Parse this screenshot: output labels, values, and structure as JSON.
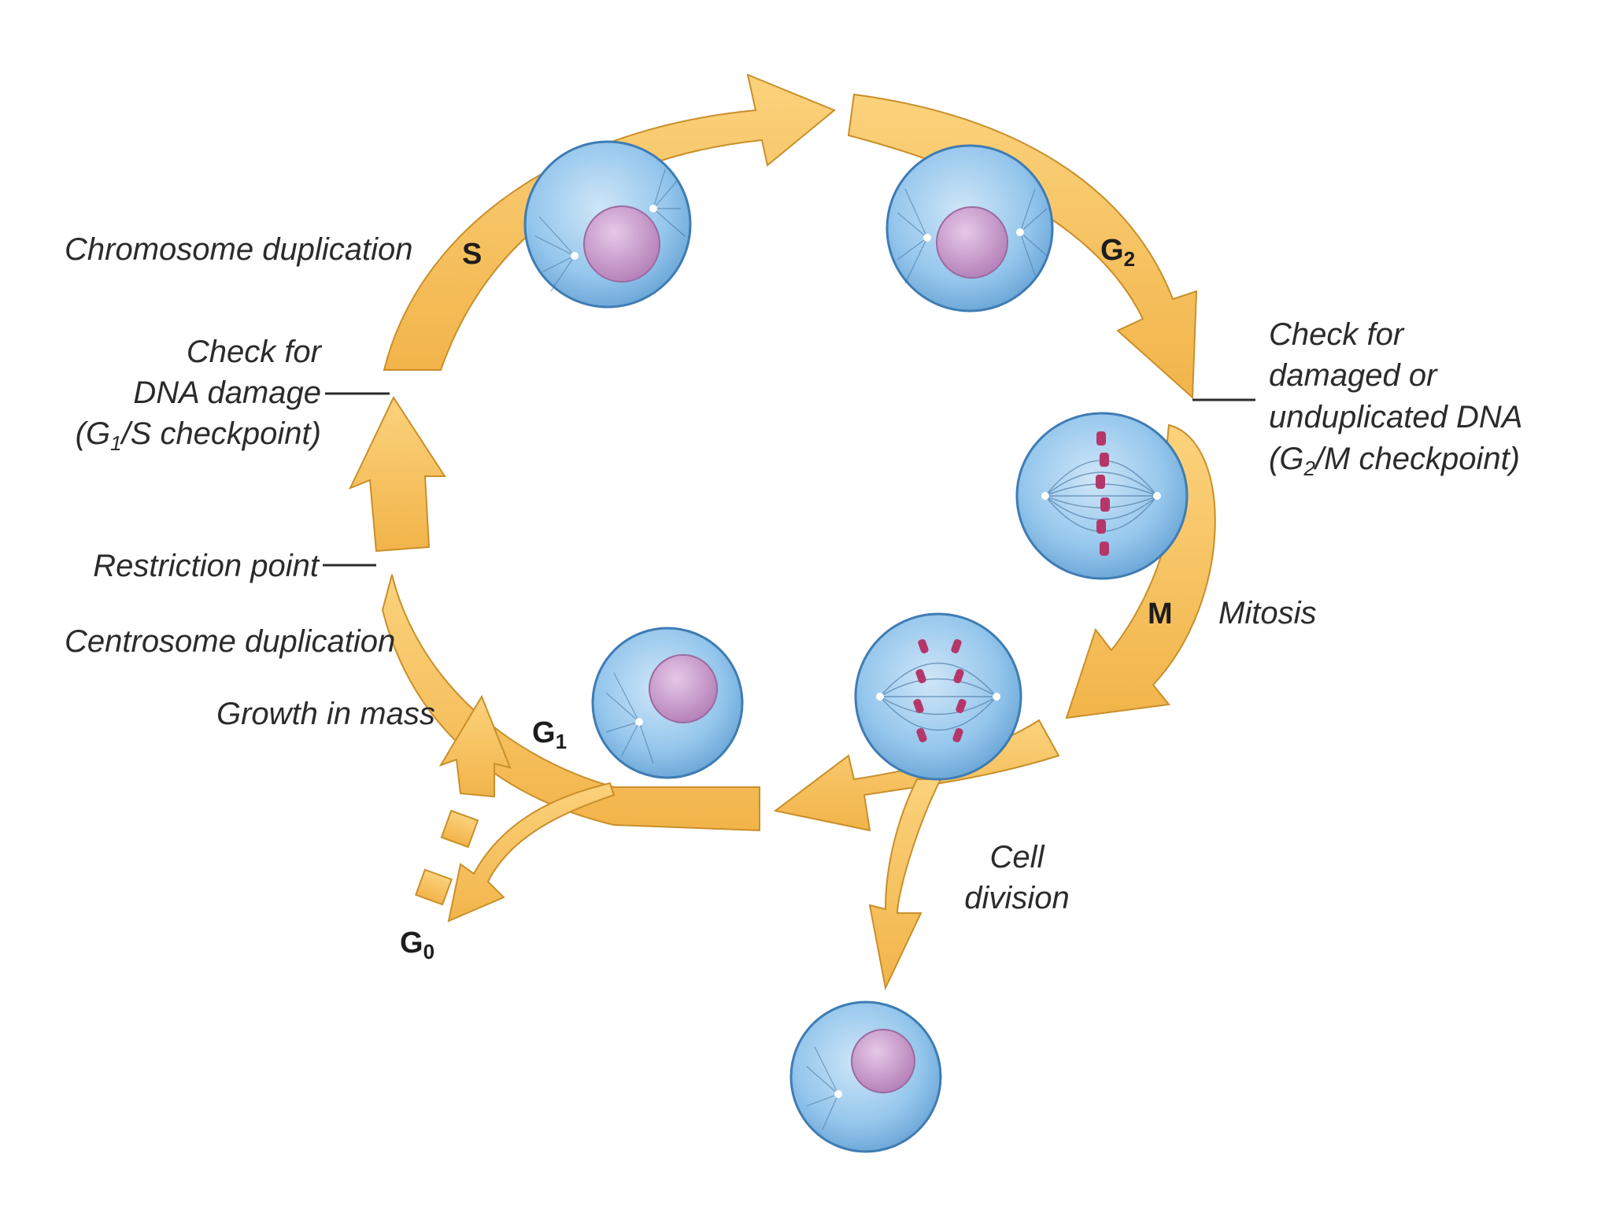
{
  "colors": {
    "arrow_fill": "#F8C25E",
    "arrow_stroke": "#C98F2A",
    "cell_fill": "#8EC3EA",
    "cell_stroke": "#3F7CB3",
    "nucleus_fill": "#C394C6",
    "chromosome": "#B5376A",
    "text": "#2B2B2B"
  },
  "phases": {
    "s": "S",
    "g2_main": "G",
    "g2_sub": "2",
    "m": "M",
    "g1_main": "G",
    "g1_sub": "1",
    "g0_main": "G",
    "g0_sub": "0"
  },
  "labels": {
    "chromosome_duplication": "Chromosome duplication",
    "g1s_line1": "Check for",
    "g1s_line2": "DNA damage",
    "g1s_line3_a": "(G",
    "g1s_line3_sub": "1",
    "g1s_line3_b": "/S checkpoint)",
    "restriction_point": "Restriction point",
    "centrosome_duplication": "Centrosome duplication",
    "growth_in_mass": "Growth in mass",
    "g2m_line1": "Check for",
    "g2m_line2": "damaged or",
    "g2m_line3": "unduplicated DNA",
    "g2m_line4_a": "(G",
    "g2m_line4_sub": "2",
    "g2m_line4_b": "/M checkpoint)",
    "mitosis": "Mitosis",
    "cell_division_line1": "Cell",
    "cell_division_line2": "division"
  },
  "icons": {
    "cell": "cell-icon",
    "nucleus": "nucleus-icon",
    "arrow": "cycle-arrow-icon"
  }
}
